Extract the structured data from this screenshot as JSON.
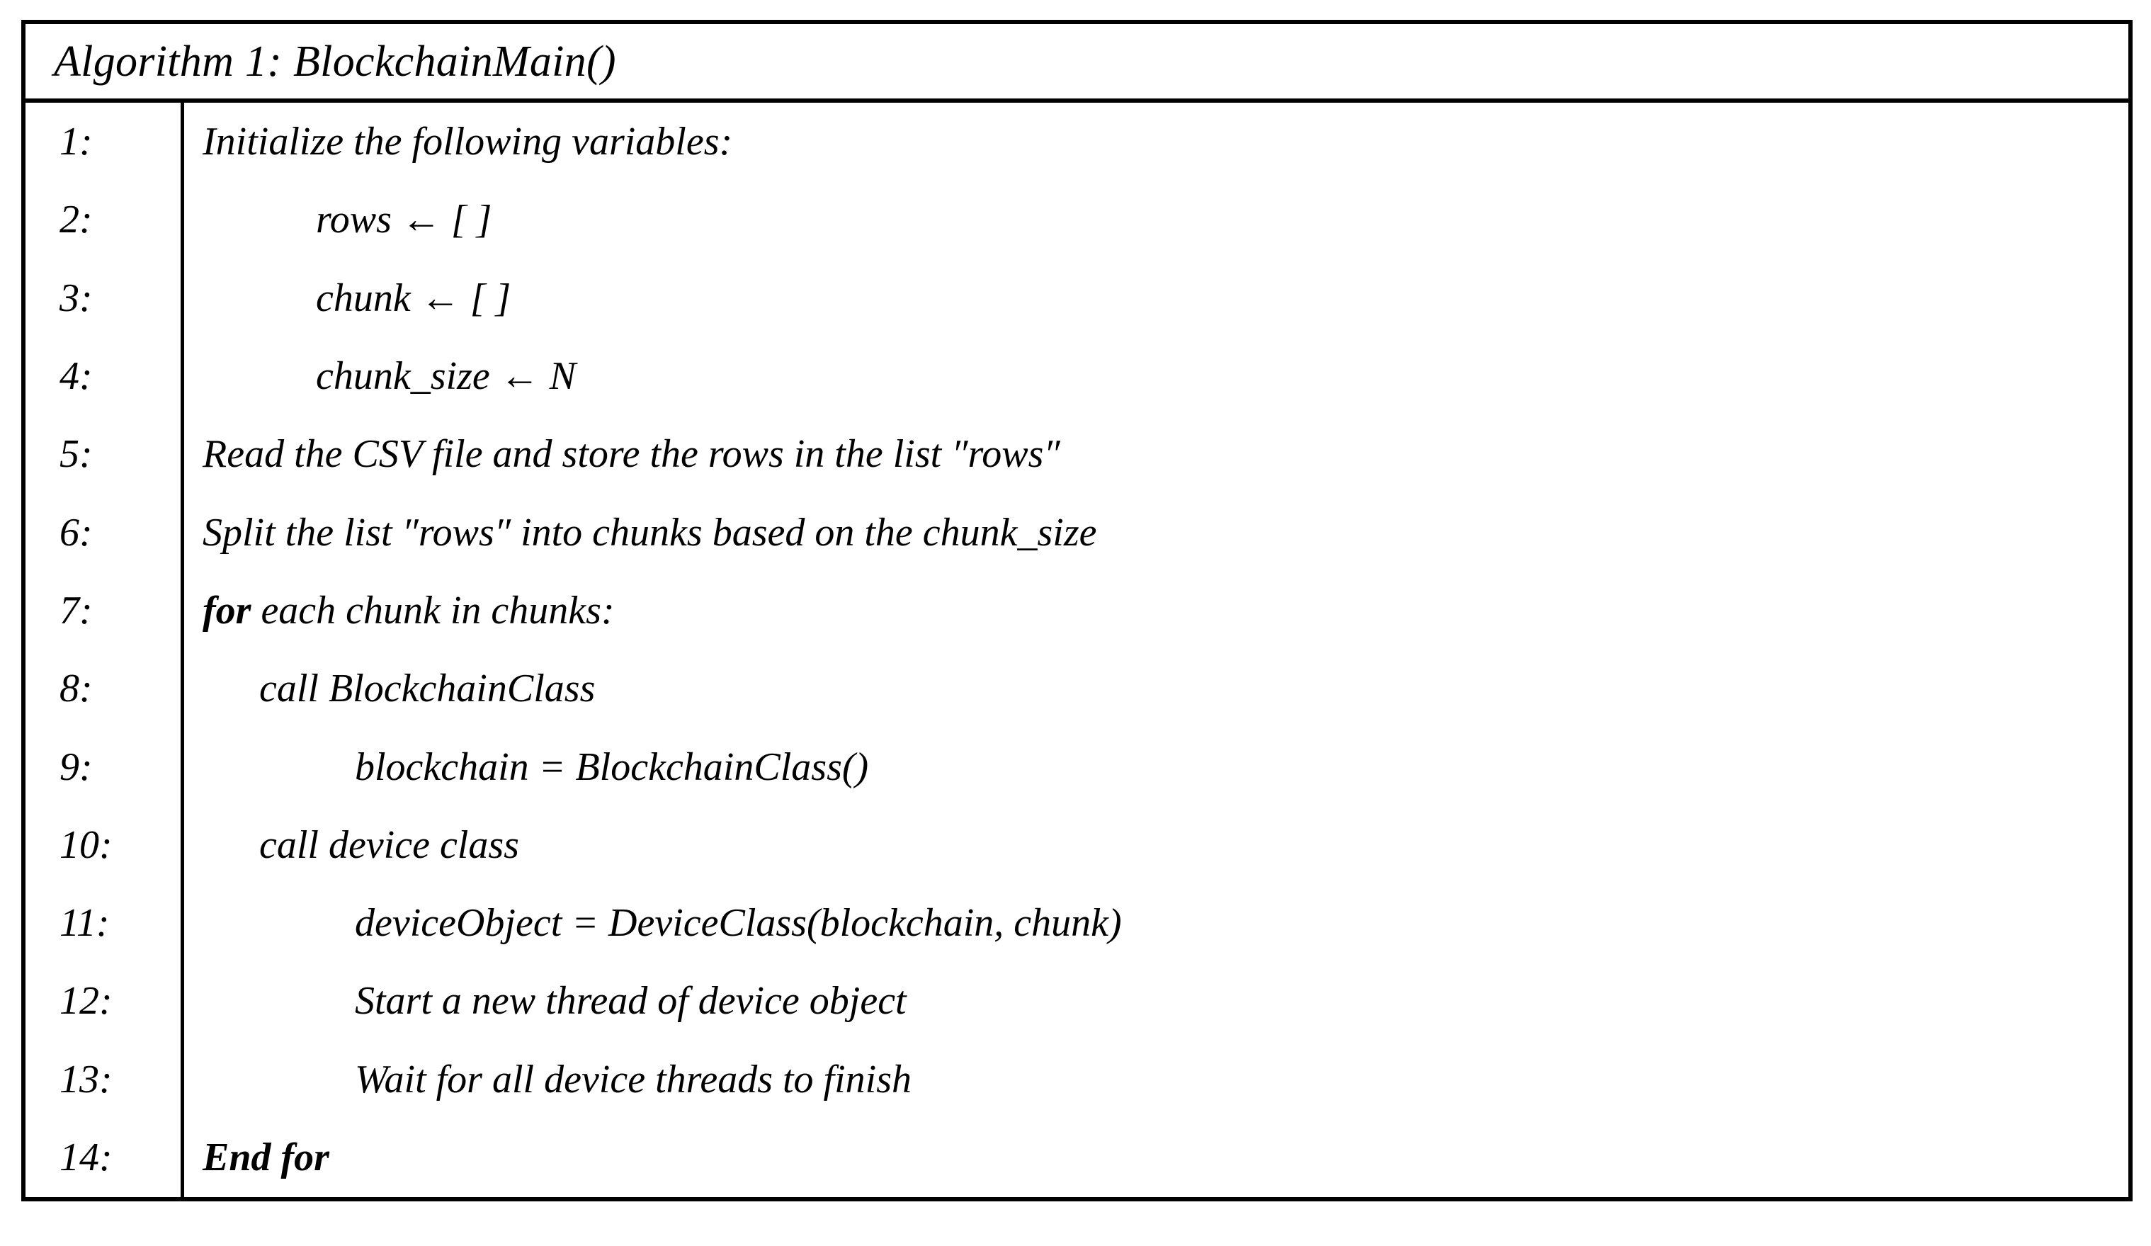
{
  "algorithm": {
    "title": "Algorithm 1: BlockchainMain()",
    "lines": [
      {
        "number": "1:",
        "indent": 0,
        "text": "Initialize the following variables:",
        "bold_prefix": ""
      },
      {
        "number": "2:",
        "indent": 2,
        "text": "rows ← [ ]",
        "bold_prefix": ""
      },
      {
        "number": "3:",
        "indent": 2,
        "text": "chunk ← [ ]",
        "bold_prefix": ""
      },
      {
        "number": "4:",
        "indent": 2,
        "text": "chunk_size ← N",
        "bold_prefix": ""
      },
      {
        "number": "5:",
        "indent": 0,
        "text": "Read the CSV file and store the rows in the list ″rows″",
        "bold_prefix": ""
      },
      {
        "number": "6:",
        "indent": 0,
        "text": "Split the list ″rows″ into chunks based on the chunk_size",
        "bold_prefix": ""
      },
      {
        "number": "7:",
        "indent": 0,
        "text": " each chunk in chunks:",
        "bold_prefix": "for"
      },
      {
        "number": "8:",
        "indent": 1,
        "text": "call BlockchainClass",
        "bold_prefix": ""
      },
      {
        "number": "9:",
        "indent": 3,
        "text": "blockchain = BlockchainClass()",
        "bold_prefix": ""
      },
      {
        "number": "10:",
        "indent": 1,
        "text": "call device class",
        "bold_prefix": ""
      },
      {
        "number": "11:",
        "indent": 3,
        "text": "deviceObject = DeviceClass(blockchain, chunk)",
        "bold_prefix": ""
      },
      {
        "number": "12:",
        "indent": 3,
        "text": "Start a new thread of device object",
        "bold_prefix": ""
      },
      {
        "number": "13:",
        "indent": 3,
        "text": "Wait for all device threads to finish",
        "bold_prefix": ""
      },
      {
        "number": "14:",
        "indent": 0,
        "text": "",
        "bold_prefix": "End for"
      }
    ]
  },
  "style": {
    "border_color": "#000000",
    "text_color": "#000000",
    "background_color": "#ffffff"
  }
}
